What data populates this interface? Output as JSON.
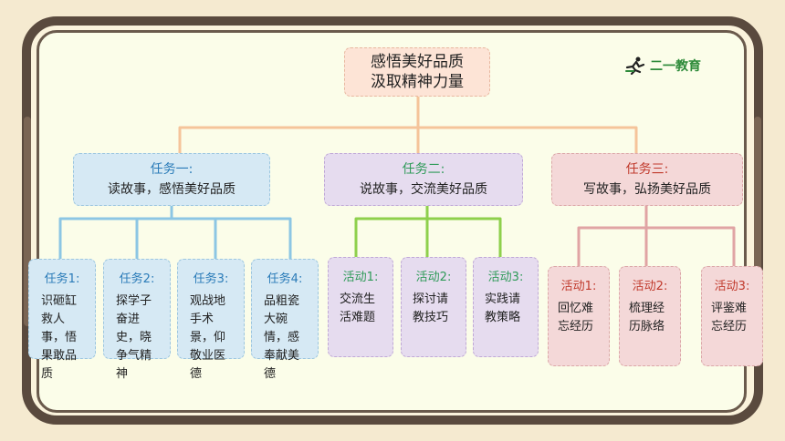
{
  "root": {
    "line1": "感悟美好品质",
    "line2": "汲取精神力量"
  },
  "logo": {
    "text": "二一教育"
  },
  "tasks": [
    {
      "title": "任务一:",
      "desc": "读故事，感悟美好品质",
      "children": [
        {
          "title": "任务1:",
          "body": "识砸缸救人事，悟果敢品质"
        },
        {
          "title": "任务2:",
          "body": "探学子奋进史，晓争气精神"
        },
        {
          "title": "任务3:",
          "body": "观战地手术景，仰敬业医德"
        },
        {
          "title": "任务4:",
          "body": "品粗瓷大碗情，感奉献美德"
        }
      ]
    },
    {
      "title": "任务二:",
      "desc": "说故事，交流美好品质",
      "children": [
        {
          "title": "活动1:",
          "body": "交流生活难题"
        },
        {
          "title": "活动2:",
          "body": "探讨请教技巧"
        },
        {
          "title": "活动3:",
          "body": "实践请教策略"
        }
      ]
    },
    {
      "title": "任务三:",
      "desc": "写故事，弘扬美好品质",
      "children": [
        {
          "title": "活动1:",
          "body": "回忆难忘经历"
        },
        {
          "title": "活动2:",
          "body": "梳理经历脉络"
        },
        {
          "title": "活动3:",
          "body": "评鉴难忘经历"
        }
      ]
    }
  ],
  "colors": {
    "branch_orange": "#f5c49a",
    "branch_blue": "#8cc6e4",
    "branch_green": "#8ed04c",
    "branch_pink": "#e0a4a4"
  }
}
